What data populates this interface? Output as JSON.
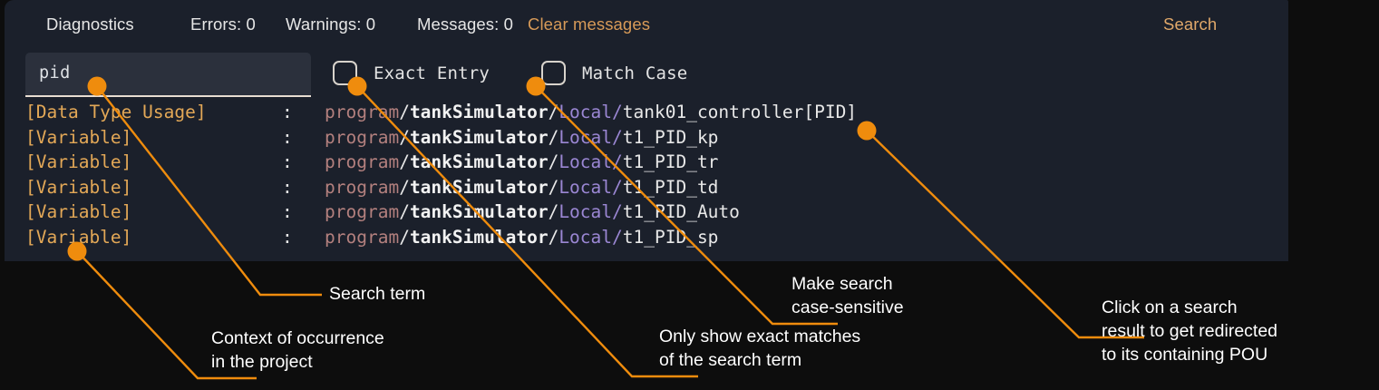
{
  "colors": {
    "accent": "#ef8c0d",
    "panel_bg": "#1b202b",
    "page_bg": "#0d0d0d",
    "clear_link": "#d79a58",
    "tab_active": "#e0a86a",
    "context_tag": "#e3a857",
    "scope": "#9b87d4",
    "program_word": "#b3807e"
  },
  "panel": {
    "header": {
      "tab_label": "Diagnostics",
      "errors_label": "Errors: 0",
      "warnings_label": "Warnings: 0",
      "messages_label": "Messages: 0",
      "clear_label": "Clear messages",
      "search_tab_label": "Search"
    },
    "search": {
      "value": "pid",
      "placeholder": "pid"
    },
    "options": [
      {
        "label": "Exact Entry",
        "checked": false
      },
      {
        "label": "Match Case",
        "checked": false
      }
    ],
    "results": [
      {
        "context": "[Data Type Usage]",
        "colon": ":",
        "program": "program",
        "sep1": "/",
        "pou": "tankSimulator",
        "sep2": "/",
        "scope": "Local",
        "sep3": "/",
        "name": "tank01_controller[PID]"
      },
      {
        "context": "[Variable]",
        "colon": ":",
        "program": "program",
        "sep1": "/",
        "pou": "tankSimulator",
        "sep2": "/",
        "scope": "Local",
        "sep3": "/",
        "name": "t1_PID_kp"
      },
      {
        "context": "[Variable]",
        "colon": ":",
        "program": "program",
        "sep1": "/",
        "pou": "tankSimulator",
        "sep2": "/",
        "scope": "Local",
        "sep3": "/",
        "name": "t1_PID_tr"
      },
      {
        "context": "[Variable]",
        "colon": ":",
        "program": "program",
        "sep1": "/",
        "pou": "tankSimulator",
        "sep2": "/",
        "scope": "Local",
        "sep3": "/",
        "name": "t1_PID_td"
      },
      {
        "context": "[Variable]",
        "colon": ":",
        "program": "program",
        "sep1": "/",
        "pou": "tankSimulator",
        "sep2": "/",
        "scope": "Local",
        "sep3": "/",
        "name": "t1_PID_Auto"
      },
      {
        "context": "[Variable]",
        "colon": ":",
        "program": "program",
        "sep1": "/",
        "pou": "tankSimulator",
        "sep2": "/",
        "scope": "Local",
        "sep3": "/",
        "name": "t1_PID_sp"
      }
    ]
  },
  "annotations": {
    "search_term": "Search term",
    "context": "Context of occurrence\nin the project",
    "exact": "Only show exact matches\nof the search term",
    "case": "Make search\ncase-sensitive",
    "click": "Click on a search\nresult to get redirected\nto its containing POU"
  }
}
